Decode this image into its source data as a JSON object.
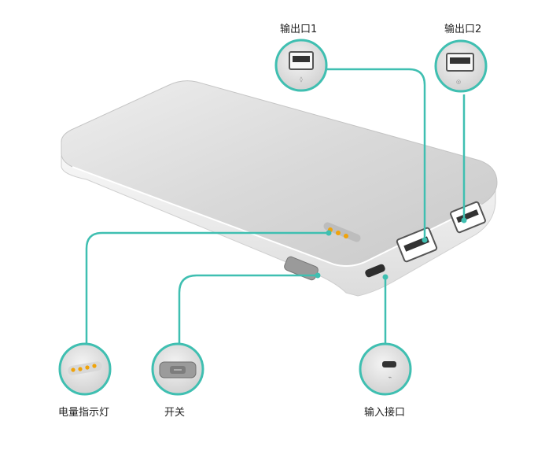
{
  "callouts": {
    "output1": "输出口1",
    "output2": "输出口2",
    "battery_indicator": "电量指示灯",
    "power_switch": "开关",
    "input_port": "输入接口"
  },
  "colors": {
    "leader_line": "#3fbfb1",
    "device_body": "#e4e4e4",
    "device_top": "#d7d7d7"
  }
}
